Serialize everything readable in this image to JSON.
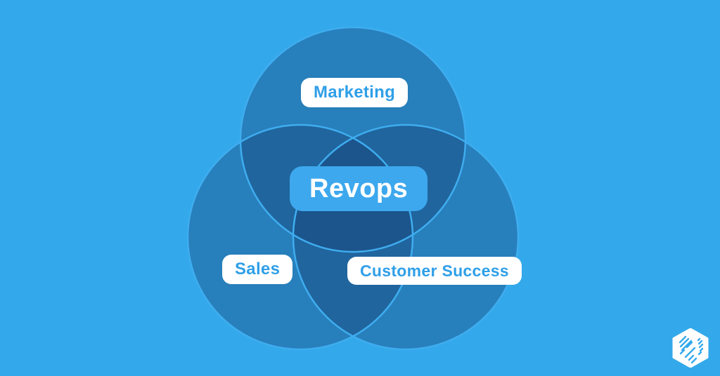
{
  "colors": {
    "background": "#33A9EB",
    "circle_overlay": "#143C6E",
    "circle_overlay_opacity": "0.38",
    "circle_stroke": "#3FADEF",
    "label_background": "#FFFFFF",
    "label_text": "#2F9FE8",
    "center_label_background": "#3DA8ED",
    "center_label_text": "#FFFFFF",
    "logo_color": "#FFFFFF"
  },
  "diagram": {
    "type": "venn",
    "sets": [
      {
        "label": "Marketing",
        "position": "top"
      },
      {
        "label": "Sales",
        "position": "bottom-left"
      },
      {
        "label": "Customer Success",
        "position": "bottom-right"
      }
    ],
    "intersection_label": "Revops"
  },
  "logo": {
    "icon": "hexagon-hatched-logo"
  }
}
